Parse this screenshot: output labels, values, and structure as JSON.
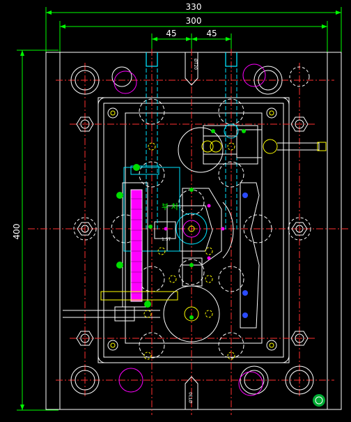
{
  "dimensions": {
    "overall_width": "330",
    "inner_width": "300",
    "pitch_left": "45",
    "pitch_right": "45",
    "overall_height": "400"
  },
  "labels": {
    "top_tag": "ØT20",
    "bottom_tag": "ØT30",
    "side_note": "부 처",
    "zone_tag": "1.5T"
  },
  "colors": {
    "background": "#000000",
    "dimension": "#00ff00",
    "outline": "#ffffff",
    "center": "#ff3030",
    "cyan": "#00e5ff",
    "yellow": "#ffff00",
    "magenta": "#ff00ff",
    "blue": "#2a4bff"
  },
  "icons": [
    "corner-badge-icon"
  ]
}
